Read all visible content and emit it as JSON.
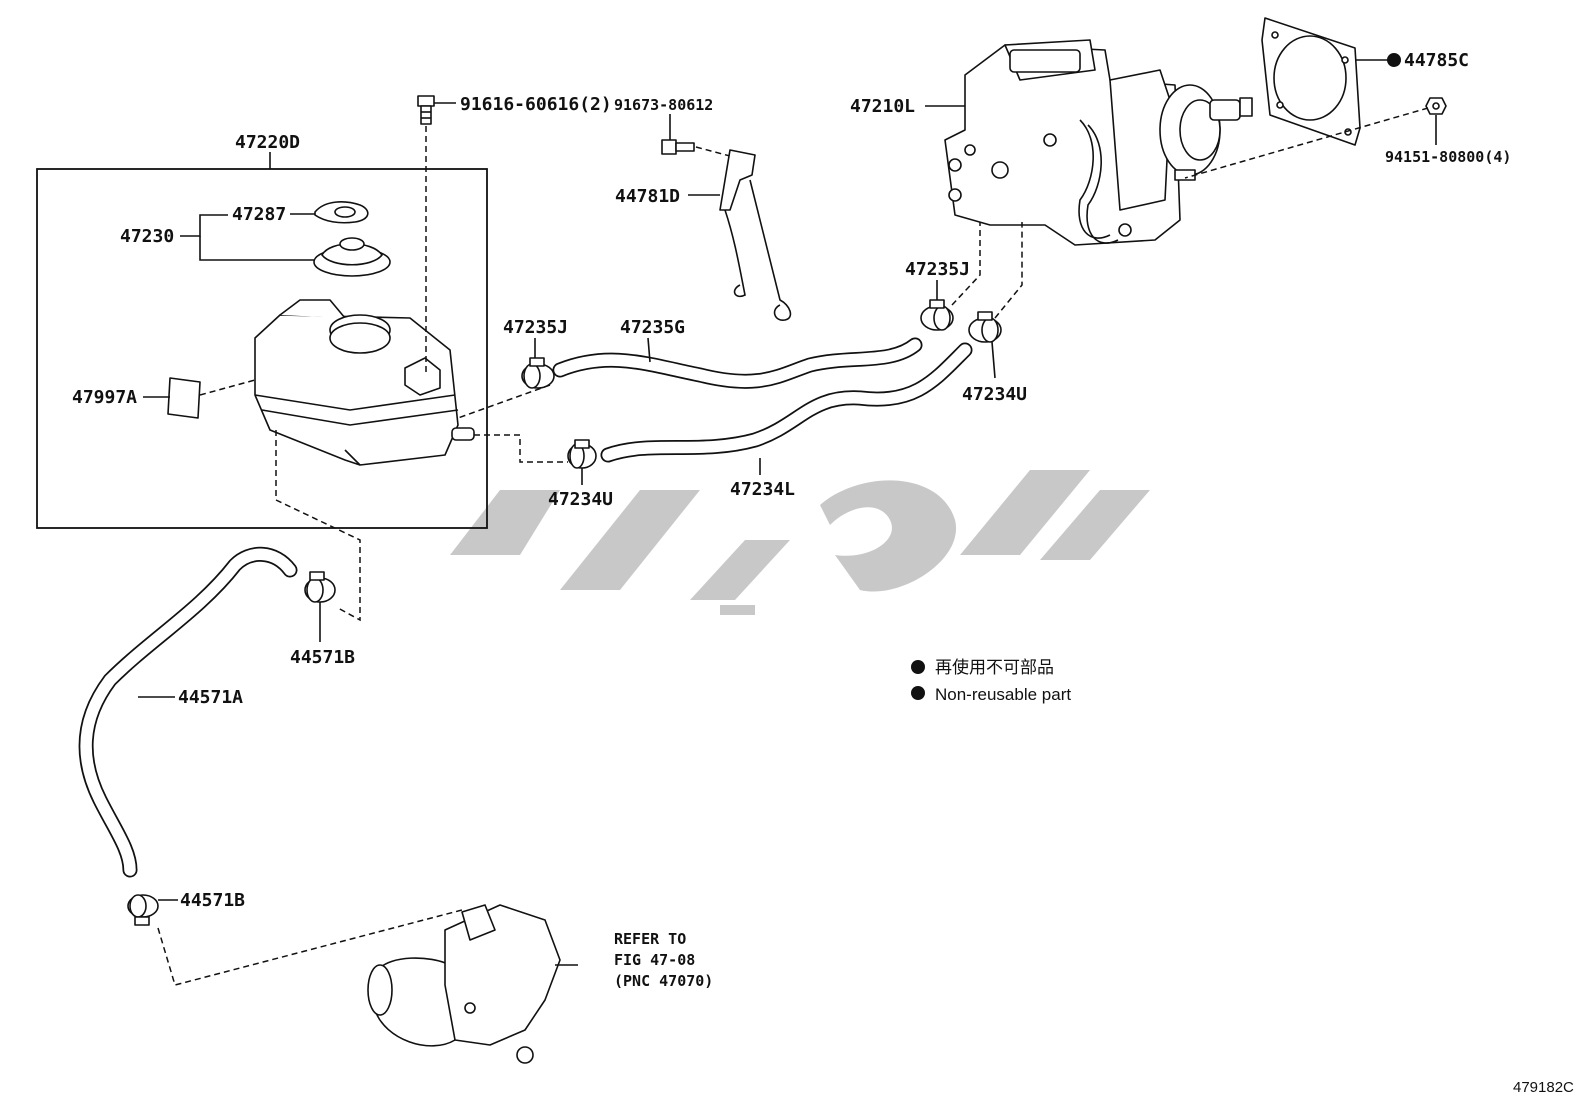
{
  "diagram": {
    "figure_number": "479182C",
    "watermark_text": "لوکس",
    "legend": {
      "japanese": "再使用不可部品",
      "english": "Non-reusable part"
    },
    "labels": {
      "p47220D": "47220D",
      "p47287": "47287",
      "p47230": "47230",
      "p47997A": "47997A",
      "p91616": "91616-60616(2)",
      "p91673": "91673-80612",
      "p44781D": "44781D",
      "p47235J_left": "47235J",
      "p47235G": "47235G",
      "p47234U_left": "47234U",
      "p47234L": "47234L",
      "p47210L": "47210L",
      "p47235J_right": "47235J",
      "p47234U_right": "47234U",
      "p44785C": "44785C",
      "p94151": "94151-80800(4)",
      "p44571B_top": "44571B",
      "p44571A": "44571A",
      "p44571B_bottom": "44571B",
      "refer_line1": "REFER TO",
      "refer_line2": "FIG 47-08",
      "refer_line3": "(PNC 47070)"
    },
    "colors": {
      "ink": "#111111",
      "watermark": "#9a9a9a",
      "background": "#ffffff"
    }
  }
}
